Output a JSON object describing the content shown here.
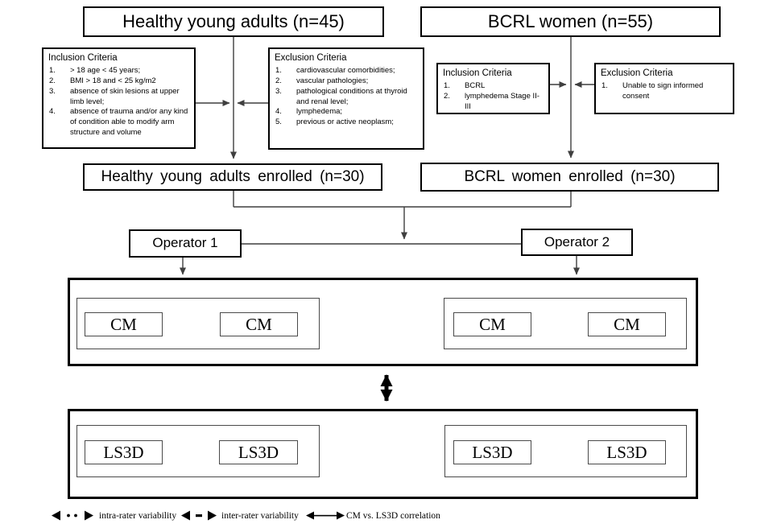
{
  "diagram": {
    "healthy": {
      "title": "Healthy young adults (n=45)",
      "inclusion_title": "Inclusion Criteria",
      "inclusion_items": [
        "> 18 age < 45 years;",
        "BMI > 18 and < 25 kg/m2",
        "absence of skin lesions at upper limb level;",
        "absence of trauma and/or any kind of condition able to modify arm structure and volume"
      ],
      "exclusion_title": "Exclusion Criteria",
      "exclusion_items": [
        "cardiovascular comorbidities;",
        "vascular pathologies;",
        "pathological conditions at thyroid and renal level;",
        "lymphedema;",
        "previous or active neoplasm;"
      ],
      "enrolled": "Healthy young adults enrolled (n=30)"
    },
    "bcrl": {
      "title": "BCRL women (n=55)",
      "inclusion_title": "Inclusion Criteria",
      "inclusion_items": [
        "BCRL",
        "lymphedema Stage II-III"
      ],
      "exclusion_title": "Exclusion Criteria",
      "exclusion_items": [
        "Unable to sign informed consent"
      ],
      "enrolled": "BCRL women enrolled (n=30)"
    },
    "operator1": "Operator 1",
    "operator2": "Operator 2",
    "cm_label": "CM",
    "ls3d_label": "LS3D",
    "legend": {
      "intra": "intra-rater variability",
      "inter": "inter-rater variability",
      "correlation": "CM vs. LS3D correlation"
    },
    "colors": {
      "box_border": "#000000",
      "connector": "#3f3f3f",
      "arrow": "#111111",
      "background": "#ffffff"
    }
  }
}
